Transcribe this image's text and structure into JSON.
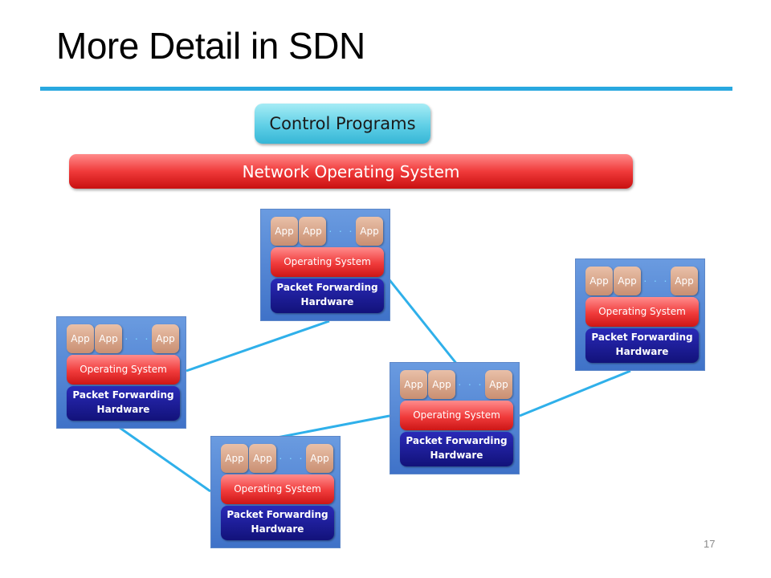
{
  "slide": {
    "title": "More Detail in SDN",
    "page_number": "17"
  },
  "diagram": {
    "control_programs_label": "Control Programs",
    "network_os_label": "Network Operating  System",
    "switch_labels": {
      "app": "App",
      "dots": "· · ·",
      "os": "Operating System",
      "hardware": "Packet Forwarding Hardware"
    },
    "switch_count": 5,
    "colors": {
      "title_rule": "#29a8e0",
      "link": "#2fb0ea",
      "control_box": "#5fcfe6",
      "network_os": "#f03a3a",
      "switch_body": "#4f82d4",
      "app_box": "#d6a288",
      "os_box": "#f03b3b",
      "hardware_box": "#1a1a96"
    }
  }
}
